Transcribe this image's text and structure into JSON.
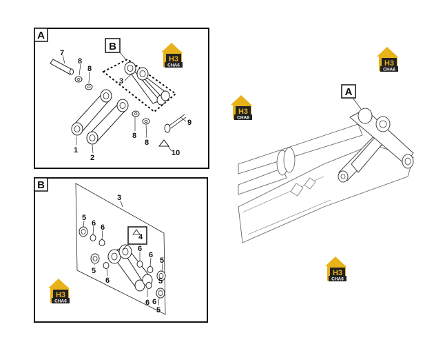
{
  "watermark": {
    "mark": "H3",
    "label": "CHA6",
    "gold": "#e8b21b",
    "dark": "#222222"
  },
  "panel_a": {
    "tag": "A",
    "sub_tag": "B",
    "callouts": [
      "7",
      "8",
      "8",
      "3",
      "1",
      "2",
      "8",
      "8",
      "9",
      "10"
    ]
  },
  "panel_b": {
    "tag": "B",
    "callouts": [
      "3",
      "5",
      "6",
      "6",
      "4",
      "6",
      "6",
      "5",
      "5",
      "6",
      "5",
      "6",
      "6",
      "5"
    ]
  },
  "overview": {
    "tag": "A"
  }
}
